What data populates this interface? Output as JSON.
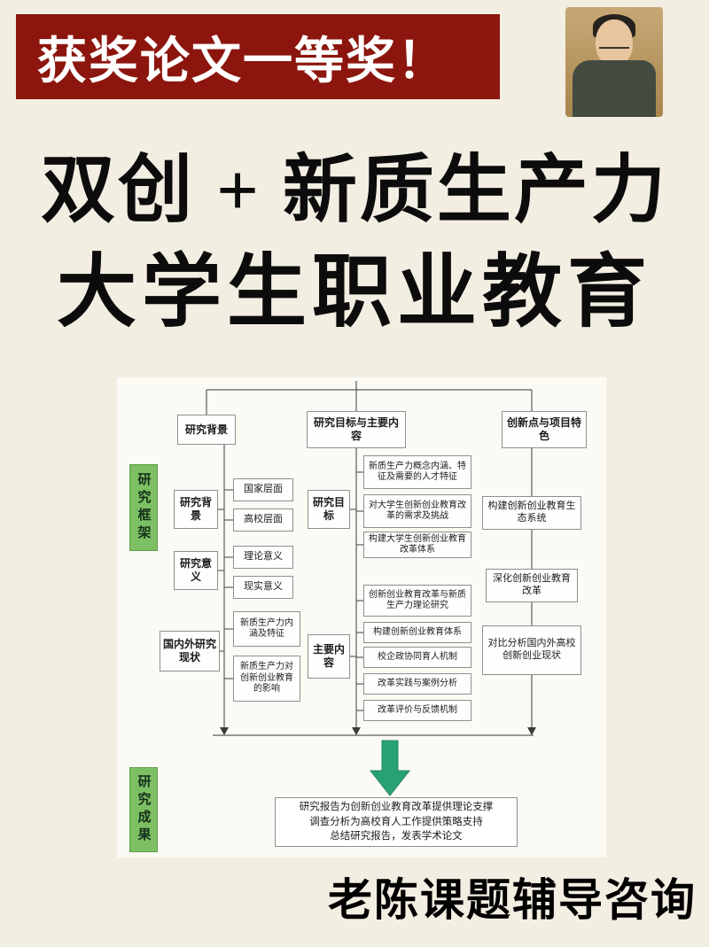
{
  "banner": {
    "title": "获奖论文一等奖！"
  },
  "title": {
    "line1": "双创 + 新质生产力",
    "line2": "大学生职业教育"
  },
  "colors": {
    "banner_bg": "#8C160E",
    "green_label": "#7CC063",
    "arrow_green": "#28A173",
    "background": "#F3EEE2"
  },
  "diagram": {
    "frame_label": "研究框架",
    "result_label": "研究成果",
    "top": {
      "left": "研究背景",
      "middle": "研究目标与主要内容",
      "right": "创新点与项目特色"
    },
    "left_column": {
      "groups": [
        {
          "parent": "研究背景",
          "children": [
            "国家层面",
            "高校层面"
          ]
        },
        {
          "parent": "研究意义",
          "children": [
            "理论意义",
            "现实意义"
          ]
        },
        {
          "parent": "国内外研究现状",
          "children": [
            "新质生产力内涵及特征",
            "新质生产力对创新创业教育的影响"
          ]
        }
      ]
    },
    "middle_column": {
      "groups": [
        {
          "parent": "研究目标",
          "children": [
            "新质生产力概念内涵、特征及需要的人才特征",
            "对大学生创新创业教育改革的需求及挑战",
            "构建大学生创新创业教育改革体系"
          ]
        },
        {
          "parent": "主要内容",
          "children": [
            "创新创业教育改革与新质生产力理论研究",
            "构建创新创业教育体系",
            "校企政协同育人机制",
            "改革实践与案例分析",
            "改革评价与反馈机制"
          ]
        }
      ]
    },
    "right_column": {
      "children": [
        "构建创新创业教育生态系统",
        "深化创新创业教育改革",
        "对比分析国内外高校创新创业现状"
      ]
    },
    "summary": {
      "lines": [
        "研究报告为创新创业教育改革提供理论支撑",
        "调查分析为高校育人工作提供策略支持",
        "总结研究报告，发表学术论文"
      ]
    }
  },
  "footer": {
    "text": "老陈课题辅导咨询"
  }
}
